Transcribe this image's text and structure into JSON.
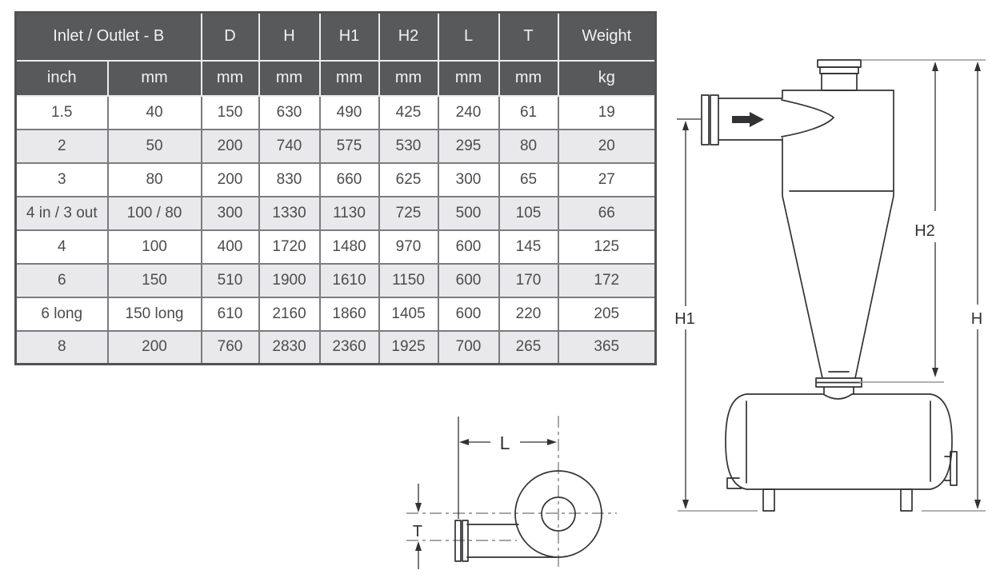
{
  "colors": {
    "header_bg": "#58595b",
    "header_text": "#f2f2f2",
    "row_bg": "#ffffff",
    "row_alt_bg": "#e9e9eb",
    "cell_border": "#7b7c7f",
    "table_outer_border": "#515254",
    "body_text": "#4b4c4e",
    "line_color": "#323234",
    "ext_color": "#98989b",
    "centerline_color": "#707074"
  },
  "table": {
    "header": {
      "merged_label": "Inlet / Outlet - B",
      "columns": [
        "D",
        "H",
        "H1",
        "H2",
        "L",
        "T",
        "Weight"
      ],
      "units": [
        "inch",
        "mm",
        "mm",
        "mm",
        "mm",
        "mm",
        "mm",
        "mm",
        "kg"
      ]
    },
    "rows": [
      [
        "1.5",
        "40",
        "150",
        "630",
        "490",
        "425",
        "240",
        "61",
        "19"
      ],
      [
        "2",
        "50",
        "200",
        "740",
        "575",
        "530",
        "295",
        "80",
        "20"
      ],
      [
        "3",
        "80",
        "200",
        "830",
        "660",
        "625",
        "300",
        "65",
        "27"
      ],
      [
        "4 in / 3 out",
        "100 / 80",
        "300",
        "1330",
        "1130",
        "725",
        "500",
        "105",
        "66"
      ],
      [
        "4",
        "100",
        "400",
        "1720",
        "1480",
        "970",
        "600",
        "145",
        "125"
      ],
      [
        "6",
        "150",
        "510",
        "1900",
        "1610",
        "1150",
        "600",
        "170",
        "172"
      ],
      [
        "6 long",
        "150 long",
        "610",
        "2160",
        "1860",
        "1405",
        "600",
        "220",
        "205"
      ],
      [
        "8",
        "200",
        "760",
        "2830",
        "2360",
        "1925",
        "700",
        "265",
        "365"
      ]
    ]
  },
  "diagram": {
    "side_view": {
      "labels": {
        "h1": "H1",
        "h2": "H2",
        "h": "H"
      }
    },
    "top_view": {
      "labels": {
        "l": "L",
        "t": "T"
      }
    }
  }
}
